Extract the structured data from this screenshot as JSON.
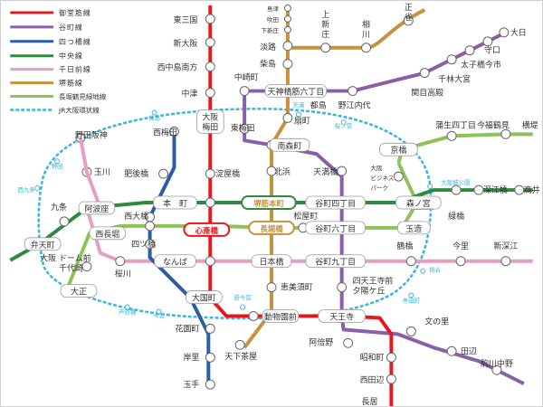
{
  "colors": {
    "midosuji": "#e5171f",
    "tanimachi": "#8b5fa8",
    "yotsubashi": "#2a5caa",
    "chuo": "#2e8b3e",
    "sennichimae": "#e3a0c4",
    "sakaisuji": "#c8913c",
    "nagahori": "#8dc257",
    "jr_loop": "#3ab6d9"
  },
  "legend": [
    {
      "key": "midosuji",
      "label": "御堂筋線"
    },
    {
      "key": "tanimachi",
      "label": "谷町線"
    },
    {
      "key": "yotsubashi",
      "label": "四つ橋線"
    },
    {
      "key": "chuo",
      "label": "中央線"
    },
    {
      "key": "sennichimae",
      "label": "千日前線"
    },
    {
      "key": "sakaisuji",
      "label": "堺筋線"
    },
    {
      "key": "nagahori",
      "label": "長堀鶴見緑地線"
    },
    {
      "key": "jr_loop",
      "label": "JR大阪環状線"
    }
  ],
  "stations": [
    {
      "label": "東三国"
    },
    {
      "label": "新大阪"
    },
    {
      "label": "西中島南方"
    },
    {
      "label": "中津"
    },
    {
      "label": "大阪\n梅田"
    },
    {
      "label": "淀屋橋"
    },
    {
      "label": "本　町"
    },
    {
      "label": "心斎橋"
    },
    {
      "label": "なんば"
    },
    {
      "label": "大国町"
    },
    {
      "label": "動物園前"
    },
    {
      "label": "天王寺"
    },
    {
      "label": "昭和町"
    },
    {
      "label": "西田辺"
    },
    {
      "label": "花園町"
    },
    {
      "label": "岸里"
    },
    {
      "label": "玉手"
    },
    {
      "label": "西梅田"
    },
    {
      "label": "肥後橋"
    },
    {
      "label": "四ツ橋"
    },
    {
      "label": "阿倍野"
    },
    {
      "label": "文の里"
    },
    {
      "label": "田辺"
    },
    {
      "label": "駒川中野"
    },
    {
      "label": "天下茶屋"
    },
    {
      "label": "恵美須町"
    },
    {
      "label": "日本橋"
    },
    {
      "label": "長堀橋"
    },
    {
      "label": "堺筋本町"
    },
    {
      "label": "北浜"
    },
    {
      "label": "南森町"
    },
    {
      "label": "扇町"
    },
    {
      "label": "天神橋筋六丁目"
    },
    {
      "label": "柴島"
    },
    {
      "label": "淡路"
    },
    {
      "label": "下新庄"
    },
    {
      "label": "吹田"
    },
    {
      "label": "島津"
    },
    {
      "label": "上\n新\n庄"
    },
    {
      "label": "相\n川"
    },
    {
      "label": "正\n雀"
    },
    {
      "label": "中崎町"
    },
    {
      "label": "東梅田"
    },
    {
      "label": "天満橋"
    },
    {
      "label": "谷町四丁目"
    },
    {
      "label": "谷町六丁目"
    },
    {
      "label": "谷町九丁目"
    },
    {
      "label": "四天王寺前\n夕陽ケ丘"
    },
    {
      "label": "都島"
    },
    {
      "label": "野江内代"
    },
    {
      "label": "関目高殿"
    },
    {
      "label": "千林大宮"
    },
    {
      "label": "太子橋今市"
    },
    {
      "label": "守口"
    },
    {
      "label": "大日"
    },
    {
      "label": "京橋"
    },
    {
      "label": "蒲生四丁目"
    },
    {
      "label": "今福鶴見"
    },
    {
      "label": "横堤"
    },
    {
      "label": "大阪\nビジネス\nパーク"
    },
    {
      "label": "森ノ宮"
    },
    {
      "label": "緑橋"
    },
    {
      "label": "深江橋"
    },
    {
      "label": "高井"
    },
    {
      "label": "玉造"
    },
    {
      "label": "鶴橋"
    },
    {
      "label": "今里"
    },
    {
      "label": "新深江"
    },
    {
      "label": "松屋町"
    },
    {
      "label": "西大橋"
    },
    {
      "label": "西長堀"
    },
    {
      "label": "ドーム前\n千代崎"
    },
    {
      "label": "大正"
    },
    {
      "label": "桜川"
    },
    {
      "label": "阿波座"
    },
    {
      "label": "九条"
    },
    {
      "label": "弁天町"
    },
    {
      "label": "野田阪神"
    },
    {
      "label": "玉川"
    }
  ],
  "jr_labels": [
    {
      "label": "福島"
    },
    {
      "label": "天満"
    },
    {
      "label": "桜ノ宮"
    },
    {
      "label": "野田"
    },
    {
      "label": "西九条"
    },
    {
      "label": "大阪城公園"
    },
    {
      "label": "桃谷"
    },
    {
      "label": "寺田町"
    },
    {
      "label": "新今宮"
    },
    {
      "label": "今宮"
    },
    {
      "label": "芦原橋"
    }
  ],
  "tags": {
    "shinsaibashi": "心斎橋",
    "nagahoribashi": "長堀橋",
    "sakaisuji_honmachi": "堺筋本町"
  },
  "edge_labels": {
    "osaka_dome_prefix": "大阪",
    "bottom_cut": "長居"
  }
}
